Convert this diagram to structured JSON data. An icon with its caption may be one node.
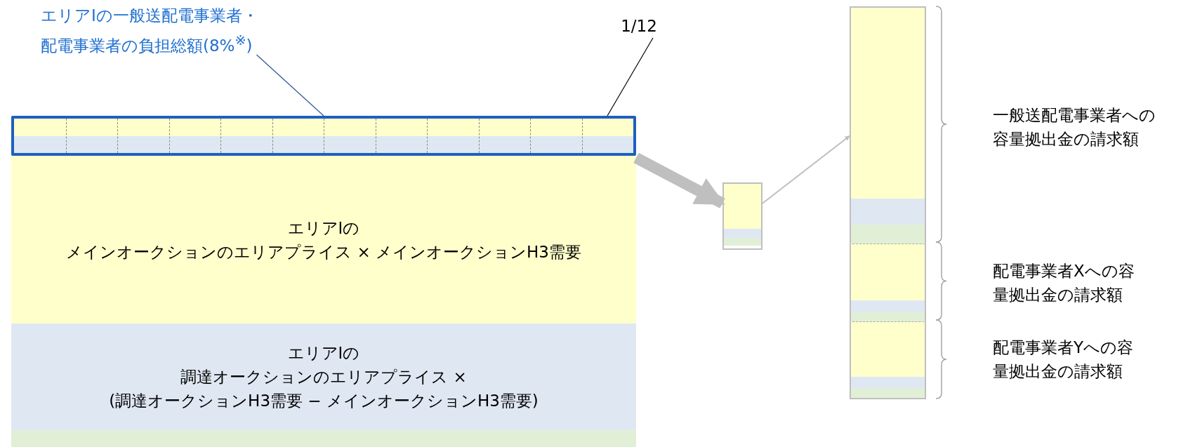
{
  "diagram": {
    "nodes": [
      {
        "text": [
          "エリアIの一般送配電事業者・配電事業者の負担総額(8%$^{※}$)"
        ]
      },
      {
        "text": [
          "1/12"
        ]
      },
      {
        "text": [],
        "shape": "box"
      },
      {
        "text": [],
        "shape": "box",
        "in": 2
      },
      {
        "text": [
          "エリアIの",
          "メインオークションのエリアプライス × メインオークションH3需要"
        ],
        "in": 2
      },
      {
        "text": [
          "エリアIの",
          "調達オークションのエリアプライス ×",
          "(調達オークションH3需要 − メインオークションH3需要)"
        ],
        "in": 2
      },
      {
        "text": [],
        "shape": "bar"
      },
      {
        "text": [],
        "shape": "bar"
      },
      {
        "text": [],
        "shape": "box",
        "in": 7
      },
      {
        "text": [],
        "shape": "box",
        "in": 7
      },
      {
        "text": [],
        "shape": "box",
        "in": 7
      }
    ],
    "edges": [
      {
        "from": 0,
        "to": 3,
        "arrow": "none",
        "color": "#2f5597"
      },
      {
        "from": 1,
        "to": 3,
        "arrow": "none",
        "color": "#000000"
      },
      {
        "from": 2,
        "to": 6,
        "arrow": "to",
        "style": "thick"
      },
      {
        "from": 6,
        "to": 7,
        "arrow": "to"
      }
    ],
    "labels": [
      "一般送配電事業者への容量拠出金の請求額",
      "配電事業者Xへの容量拠出金の請求額",
      "配電事業者Yへの容量拠出金の請求額"
    ]
  }
}
